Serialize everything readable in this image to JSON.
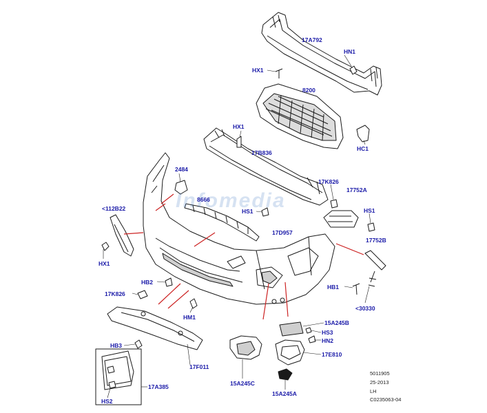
{
  "colors": {
    "callout": "#1a1aa8",
    "line": "#1a1a1a",
    "leader": "#cc2222",
    "fill": "#ffffff",
    "shade": "#cfcfcf",
    "watermark": "#4a7ec8"
  },
  "watermark": "Infomedia",
  "callouts": {
    "c17A792": "17A792",
    "cHN1": "HN1",
    "cHX1top": "HX1",
    "c8200": "8200",
    "cHX1mid": "HX1",
    "cHC1": "HC1",
    "c17B836": "17B836",
    "c2484": "2484",
    "c17K826top": "17K826",
    "c17752A": "17752A",
    "c8666": "8666",
    "c112B22": "<112B22",
    "cHS1a": "HS1",
    "cHS1b": "HS1",
    "c17D957": "17D957",
    "c17752B": "17752B",
    "cHX1left": "HX1",
    "cHB2": "HB2",
    "c17K826low": "17K826",
    "cHB1": "HB1",
    "c30330": "<30330",
    "cHM1": "HM1",
    "c15A245B": "15A245B",
    "cHS3": "HS3",
    "cHN2": "HN2",
    "cHB3": "HB3",
    "c17E810": "17E810",
    "c17F011": "17F011",
    "c17A385": "17A385",
    "c15A245C": "15A245C",
    "c15A245A": "15A245A",
    "cHS2": "HS2"
  },
  "reference": [
    "5011905",
    "25-2013",
    "LH",
    "C0235063-04"
  ]
}
